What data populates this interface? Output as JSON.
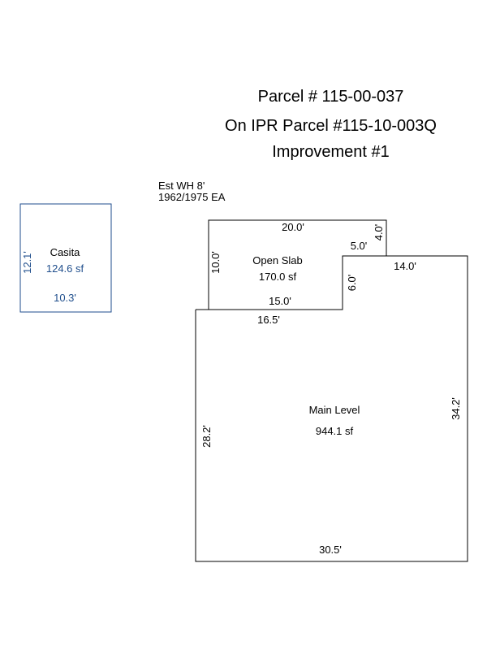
{
  "header": {
    "parcel": "Parcel # 115-00-037",
    "ipr_parcel": "On IPR Parcel #115-10-003Q",
    "improvement": "Improvement #1"
  },
  "notes": {
    "wall_height": "Est WH 8'",
    "year_built": "1962/1975 EA"
  },
  "casita": {
    "label": "Casita",
    "area": "124.6 sf",
    "dim_width": "10.3'",
    "dim_height": "12.1'",
    "color": "#1f4e8c"
  },
  "open_slab": {
    "label": "Open Slab",
    "area": "170.0 sf",
    "dim_top": "20.0'",
    "dim_left": "10.0'",
    "dim_bottom": "15.0'",
    "dim_step_width": "5.0'",
    "dim_step_height": "6.0'",
    "dim_notch": "4.0'"
  },
  "main_level": {
    "label": "Main Level",
    "area": "944.1 sf",
    "dim_top_left": "16.5'",
    "dim_top_right": "14.0'",
    "dim_left": "28.2'",
    "dim_right": "34.2'",
    "dim_bottom": "30.5'"
  }
}
